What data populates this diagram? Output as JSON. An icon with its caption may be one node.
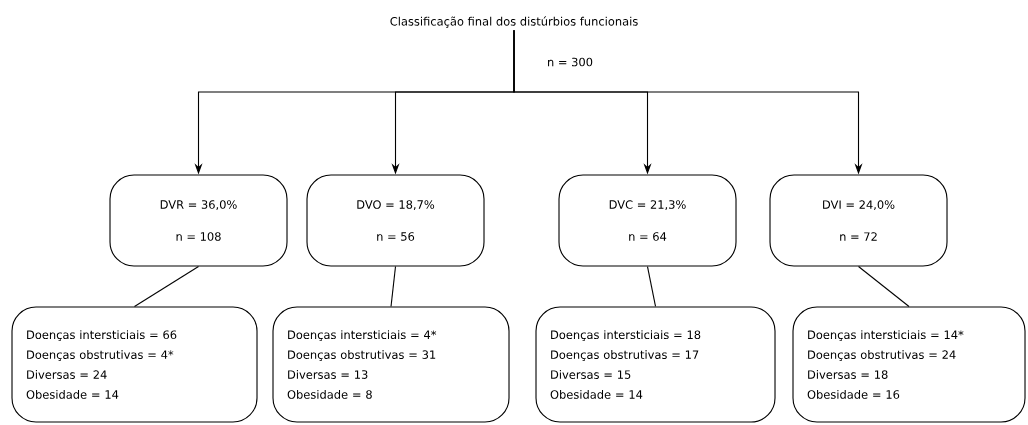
{
  "diagram": {
    "nodes": [
      {
        "text": [
          "Classificação final dos distúrbios funcionais"
        ],
        "beside": [
          "n = 300"
        ]
      },
      {
        "text": [
          "DVR = 36,0%",
          "n = 108"
        ]
      },
      {
        "text": [
          "DVO = 18,7%",
          "n = 56"
        ]
      },
      {
        "text": [
          "DVC = 21,3%",
          "n = 64"
        ]
      },
      {
        "text": [
          "DVI = 24,0%",
          "n = 72"
        ]
      },
      {
        "text": [
          "Doenças intersticiais = 66",
          "Doenças obstrutivas = 4*",
          "Diversas = 24",
          "Obesidade = 14"
        ]
      },
      {
        "text": [
          "Doenças intersticiais = 4*",
          "Doenças obstrutivas = 31",
          "Diversas = 13",
          "Obesidade = 8"
        ]
      },
      {
        "text": [
          "Doenças intersticiais = 18",
          "Doenças obstrutivas = 17",
          "Diversas = 15",
          "Obesidade = 14"
        ]
      },
      {
        "text": [
          "Doenças intersticiais = 14*",
          "Doenças obstrutivas = 24",
          "Diversas = 18",
          "Obesidade = 16"
        ]
      }
    ],
    "edges": [
      {
        "from": 0,
        "to": 1,
        "arrow": "to"
      },
      {
        "from": 0,
        "to": 2,
        "arrow": "to"
      },
      {
        "from": 0,
        "to": 3,
        "arrow": "to"
      },
      {
        "from": 0,
        "to": 4,
        "arrow": "to"
      },
      {
        "from": 1,
        "to": 5,
        "arrow": "none"
      },
      {
        "from": 2,
        "to": 6,
        "arrow": "none"
      },
      {
        "from": 3,
        "to": 7,
        "arrow": "none"
      },
      {
        "from": 4,
        "to": 8,
        "arrow": "none"
      }
    ]
  }
}
